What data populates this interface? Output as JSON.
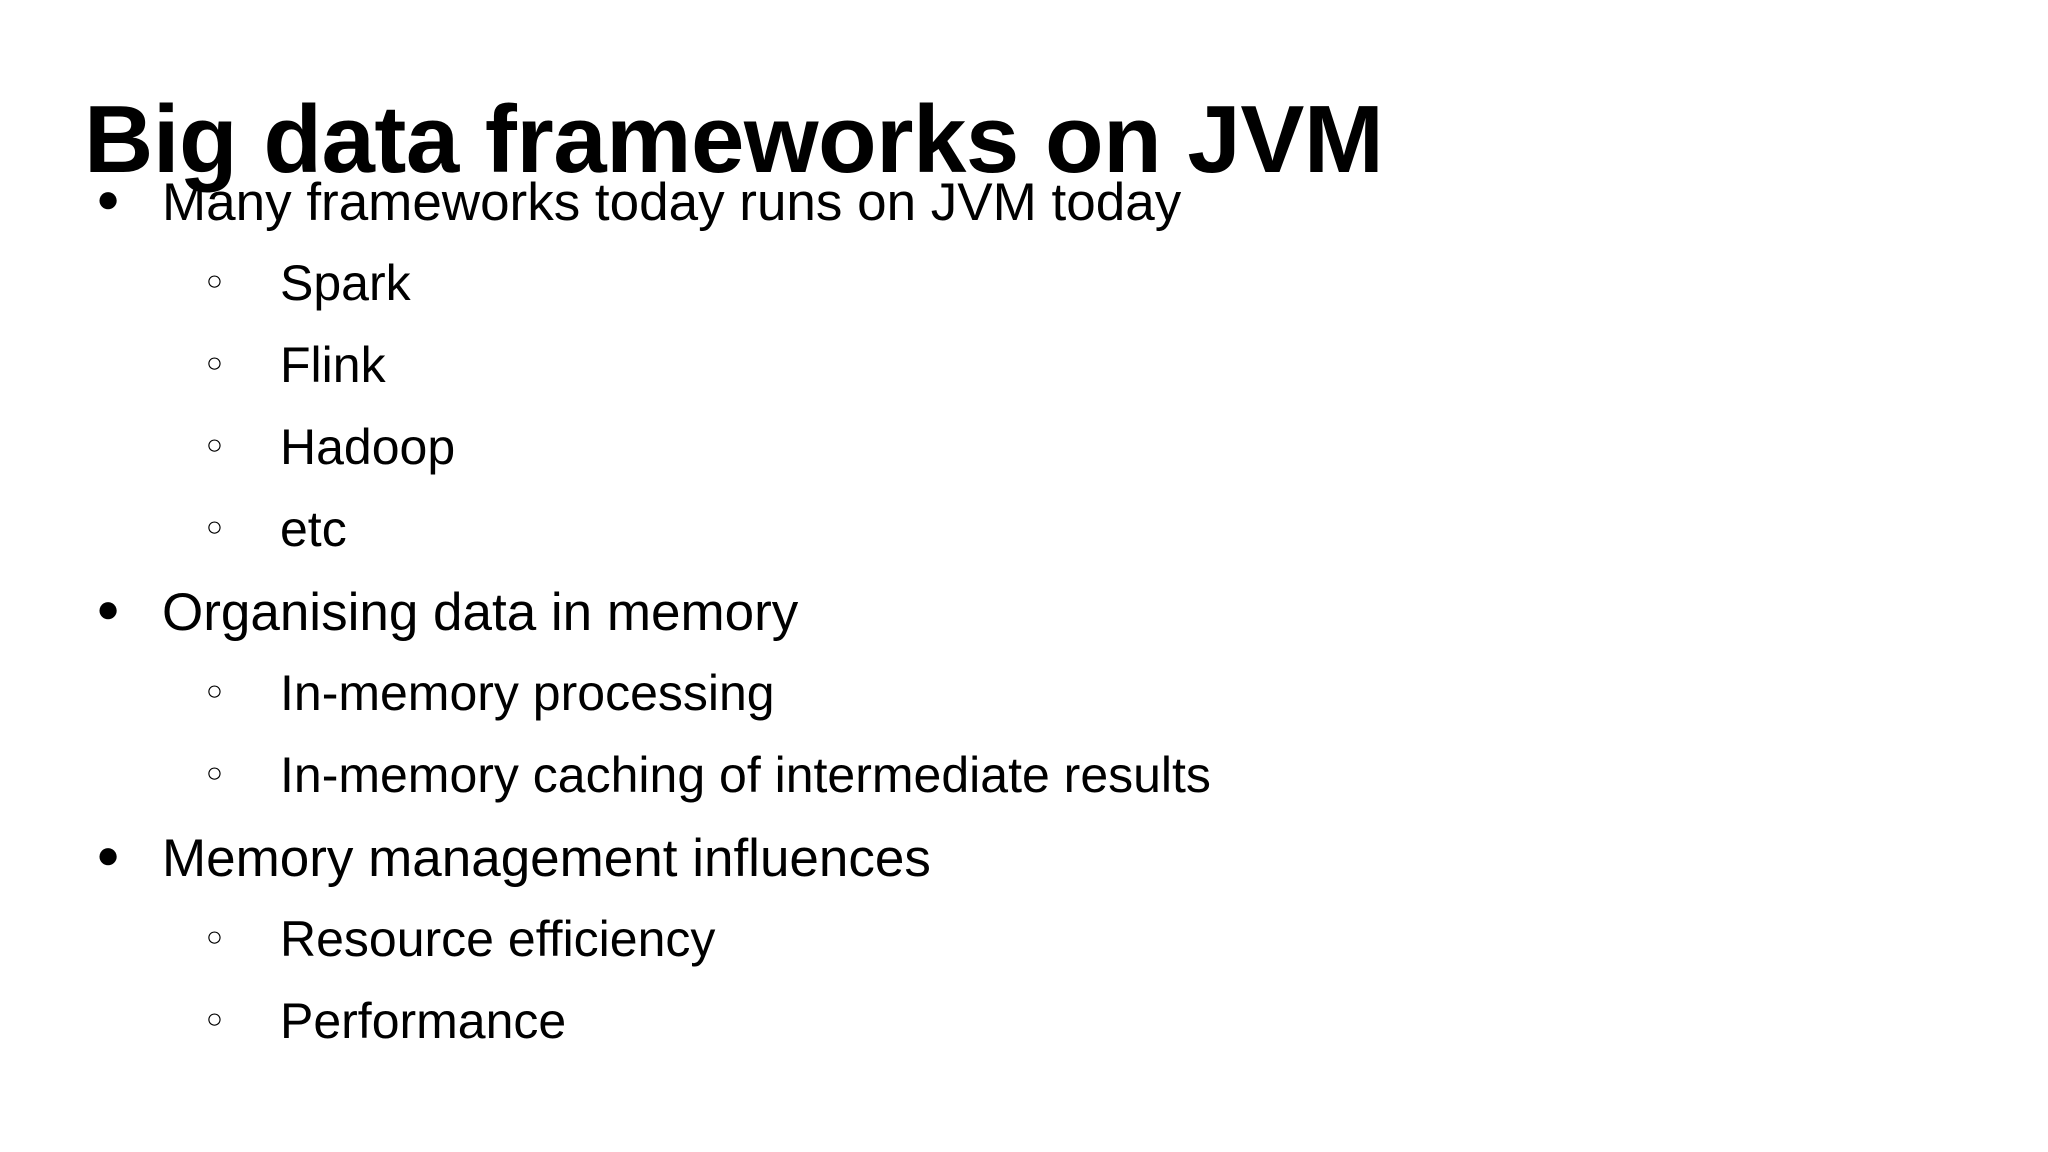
{
  "slide": {
    "title": "Big data frameworks on JVM",
    "background_color": "#ffffff",
    "text_color": "#000000",
    "bullet_glyphs": {
      "level_1": "●",
      "level_2": "○"
    },
    "bullets": [
      {
        "level": 1,
        "text": "Many frameworks today runs on JVM today",
        "marker": "●"
      },
      {
        "level": 2,
        "text": "Spark",
        "marker": "○"
      },
      {
        "level": 2,
        "text": "Flink",
        "marker": "○"
      },
      {
        "level": 2,
        "text": "Hadoop",
        "marker": "○"
      },
      {
        "level": 2,
        "text": "etc",
        "marker": "○"
      },
      {
        "level": 1,
        "text": "Organising data in memory",
        "marker": "●"
      },
      {
        "level": 2,
        "text": "In-memory processing",
        "marker": "○"
      },
      {
        "level": 2,
        "text": "In-memory caching of intermediate results",
        "marker": "○"
      },
      {
        "level": 1,
        "text": "Memory management influences",
        "marker": "●"
      },
      {
        "level": 2,
        "text": "Resource efficiency",
        "marker": "○"
      },
      {
        "level": 2,
        "text": "Performance",
        "marker": "○"
      }
    ]
  }
}
